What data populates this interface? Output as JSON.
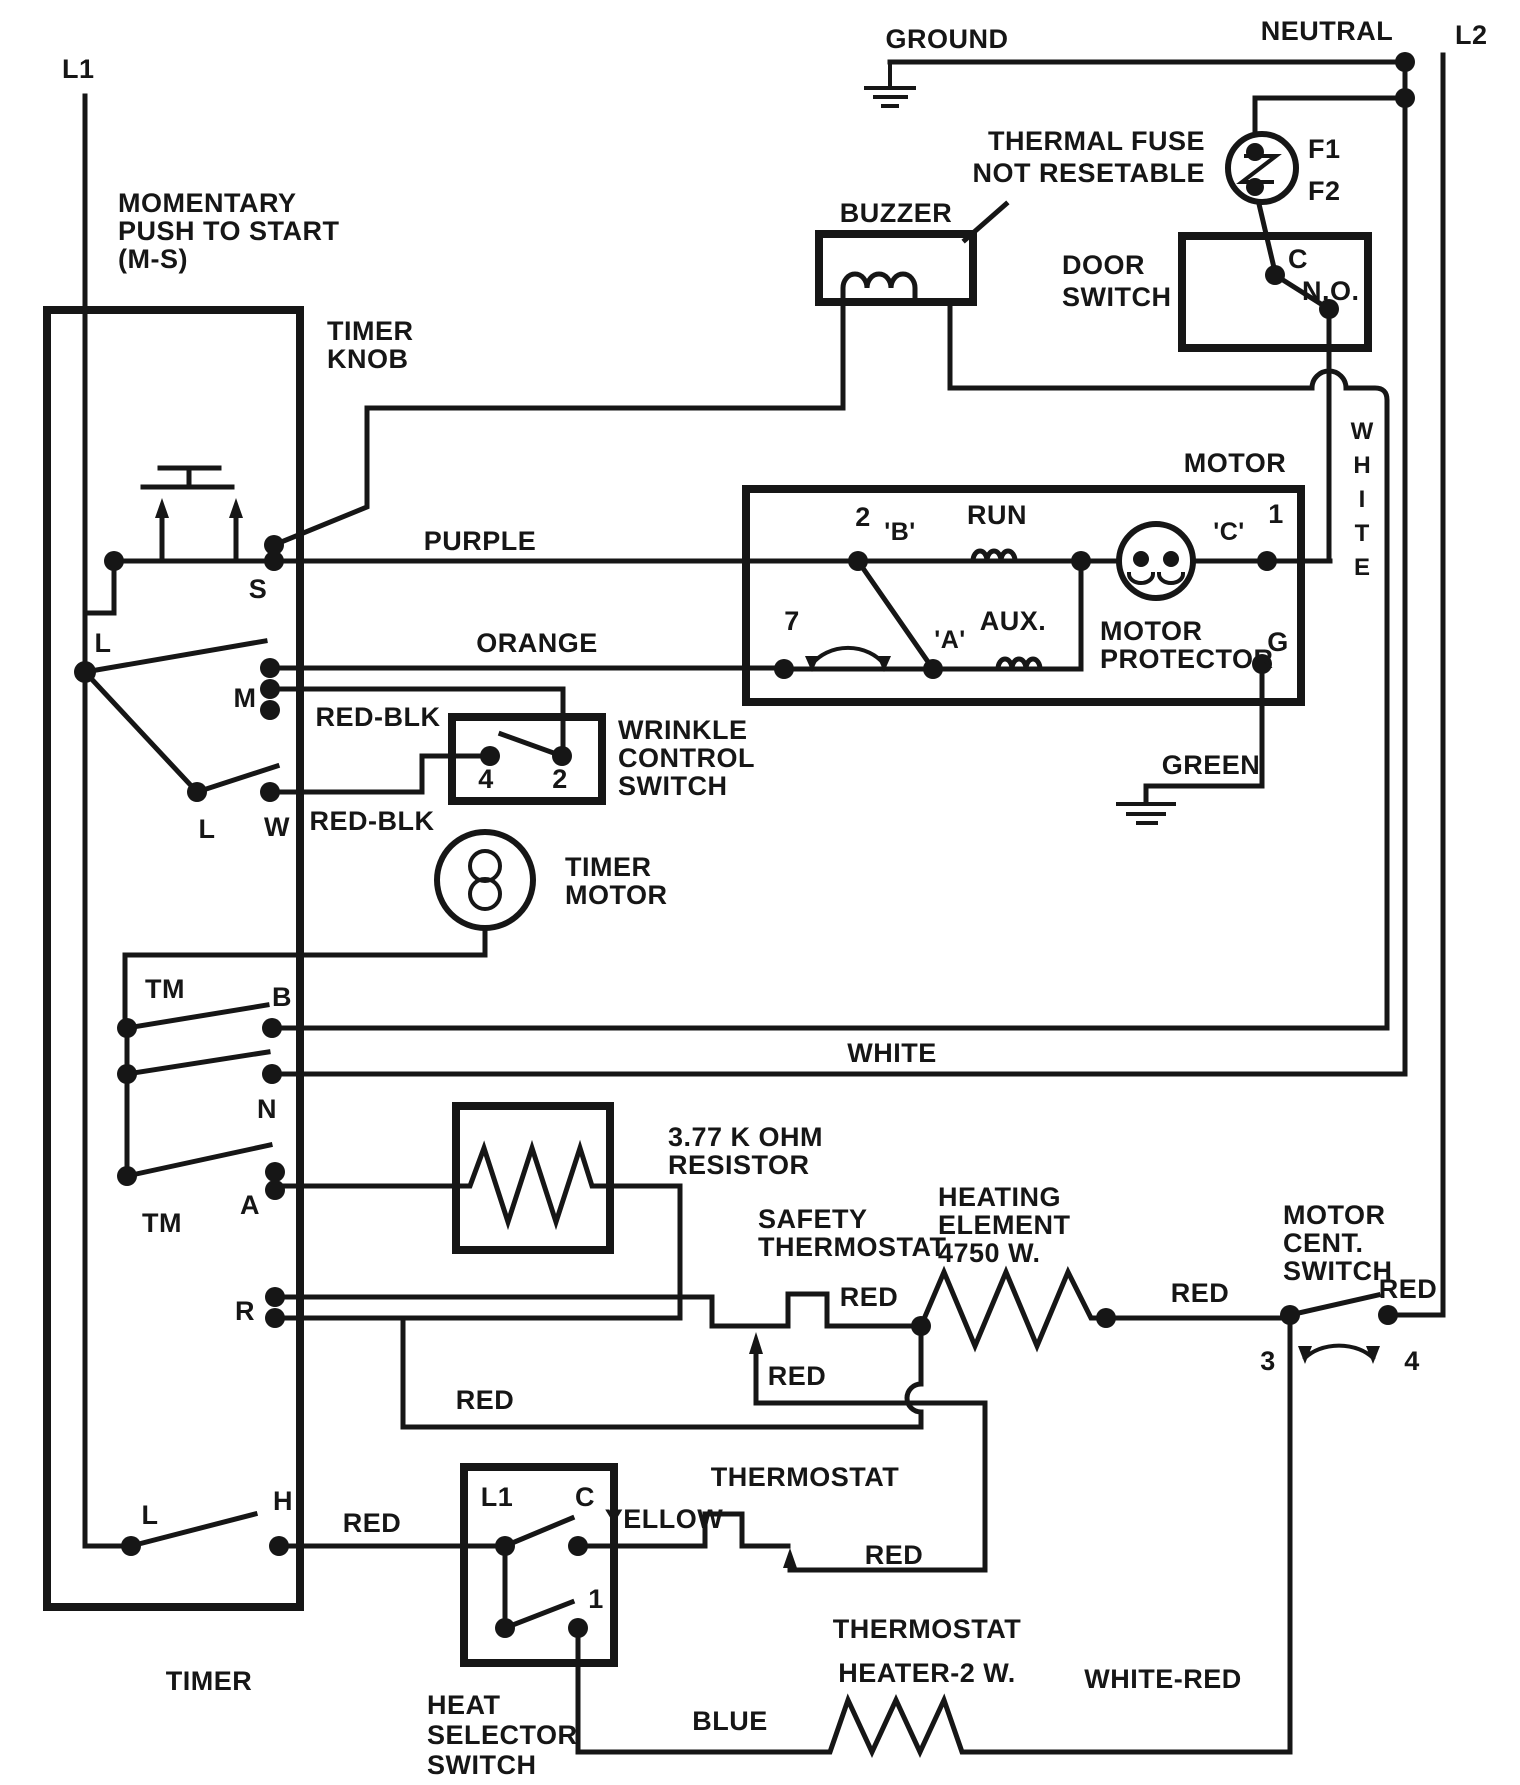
{
  "colors": {
    "ink": "#161616",
    "bg": "#ffffff"
  },
  "power": {
    "l1": "L1",
    "l2": "L2",
    "neutral": "NEUTRAL",
    "ground": "GROUND"
  },
  "thermal_fuse": {
    "line1": "THERMAL FUSE",
    "line2": "NOT RESETABLE",
    "f1": "F1",
    "f2": "F2"
  },
  "door_switch": {
    "line1": "DOOR",
    "line2": "SWITCH",
    "common": "C",
    "no": "N.O."
  },
  "buzzer": {
    "label": "BUZZER"
  },
  "push_start": {
    "line1": "MOMENTARY",
    "line2": "PUSH TO START",
    "line3": "(M-S)"
  },
  "timer_knob": {
    "line1": "TIMER",
    "line2": "KNOB"
  },
  "timer": {
    "label": "TIMER",
    "terminals": {
      "s": "S",
      "l_top": "L",
      "m": "M",
      "l_mid": "L",
      "w": "W",
      "tm_top": "TM",
      "b": "B",
      "n": "N",
      "tm_bottom": "TM",
      "a": "A",
      "r": "R",
      "l_bottom": "L",
      "h": "H"
    }
  },
  "motor": {
    "label": "MOTOR",
    "t2": "2",
    "b": "'B'",
    "run": "RUN",
    "c": "'C'",
    "t1": "1",
    "t7": "7",
    "a": "'A'",
    "aux": "AUX.",
    "protector1": "MOTOR",
    "protector2": "PROTECTOR",
    "g": "G"
  },
  "timer_motor": {
    "line1": "TIMER",
    "line2": "MOTOR"
  },
  "wrinkle": {
    "line1": "WRINKLE",
    "line2": "CONTROL",
    "line3": "SWITCH",
    "t4": "4",
    "t2": "2"
  },
  "resistor": {
    "line1": "3.77 K OHM",
    "line2": "RESISTOR"
  },
  "safety_thermostat": {
    "line1": "SAFETY",
    "line2": "THERMOSTAT"
  },
  "heating_element": {
    "line1": "HEATING",
    "line2": "ELEMENT",
    "line3": "4750 W."
  },
  "cent_switch": {
    "line1": "MOTOR",
    "line2": "CENT.",
    "line3": "SWITCH",
    "t3": "3",
    "t4": "4"
  },
  "thermostat": {
    "label": "THERMOSTAT"
  },
  "heat_selector": {
    "line1": "HEAT",
    "line2": "SELECTOR",
    "line3": "SWITCH",
    "l1": "L1",
    "c": "C",
    "t1": "1"
  },
  "thermostat_heater": {
    "line1": "THERMOSTAT",
    "line2": "HEATER-2 W."
  },
  "wires": {
    "purple": "PURPLE",
    "orange": "ORANGE",
    "red_blk_m": "RED-BLK",
    "red_blk_w": "RED-BLK",
    "white_vertical": "WHITE",
    "white_horizontal": "WHITE",
    "green": "GREEN",
    "yellow": "YELLOW",
    "blue": "BLUE",
    "white_red": "WHITE-RED",
    "reds": [
      "RED",
      "RED",
      "RED",
      "RED",
      "RED",
      "RED",
      "RED"
    ]
  }
}
